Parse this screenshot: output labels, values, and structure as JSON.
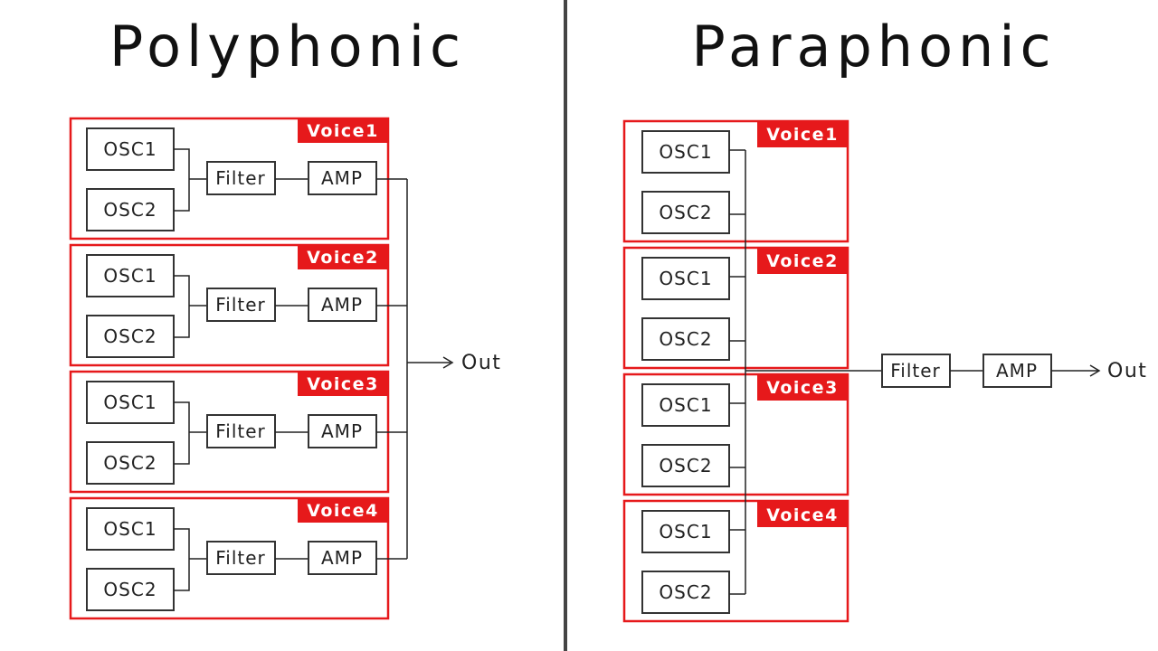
{
  "polyphonic": {
    "title": "Polyphonic",
    "voices": [
      {
        "label": "Voice1",
        "osc_a": "OSC1",
        "osc_b": "OSC2",
        "filter": "Filter",
        "amp": "AMP"
      },
      {
        "label": "Voice2",
        "osc_a": "OSC1",
        "osc_b": "OSC2",
        "filter": "Filter",
        "amp": "AMP"
      },
      {
        "label": "Voice3",
        "osc_a": "OSC1",
        "osc_b": "OSC2",
        "filter": "Filter",
        "amp": "AMP"
      },
      {
        "label": "Voice4",
        "osc_a": "OSC1",
        "osc_b": "OSC2",
        "filter": "Filter",
        "amp": "AMP"
      }
    ],
    "out": "Out"
  },
  "paraphonic": {
    "title": "Paraphonic",
    "voices": [
      {
        "label": "Voice1",
        "osc_a": "OSC1",
        "osc_b": "OSC2"
      },
      {
        "label": "Voice2",
        "osc_a": "OSC1",
        "osc_b": "OSC2"
      },
      {
        "label": "Voice3",
        "osc_a": "OSC1",
        "osc_b": "OSC2"
      },
      {
        "label": "Voice4",
        "osc_a": "OSC1",
        "osc_b": "OSC2"
      }
    ],
    "filter": "Filter",
    "amp": "AMP",
    "out": "Out"
  },
  "colors": {
    "voice_frame": "#e6191b",
    "voice_tag": "#e6191b",
    "line": "#222222",
    "divider": "#444444"
  }
}
